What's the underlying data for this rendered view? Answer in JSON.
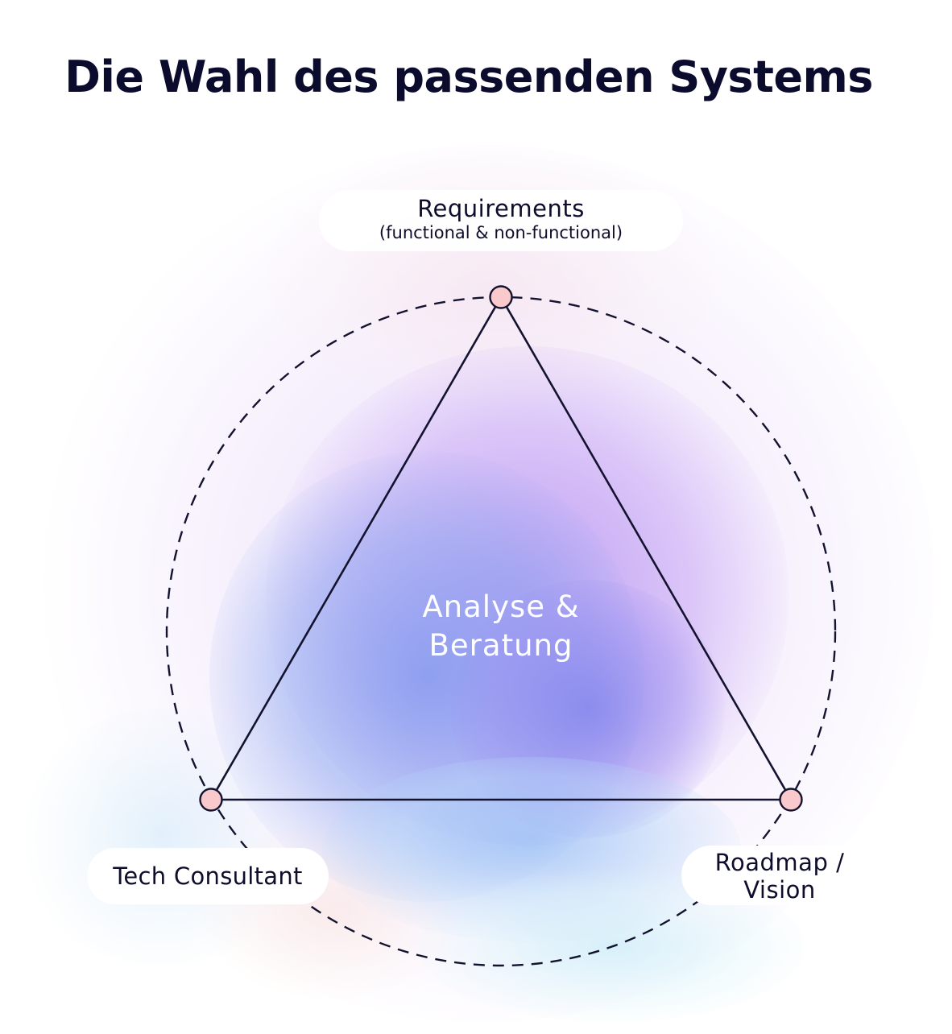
{
  "title": "Die Wahl des passenden Systems",
  "center": {
    "line1": "Analyse &",
    "line2": "Beratung"
  },
  "nodes": {
    "top": {
      "label": "Requirements",
      "sublabel": "(functional & non-functional)"
    },
    "bottom_left": {
      "label": "Tech Consultant"
    },
    "bottom_right": {
      "line1": "Roadmap /",
      "line2": "Vision"
    }
  },
  "colors": {
    "title": "#0b0b2e",
    "lines": "#14132f",
    "node_fill": "#f9c9cc",
    "center_text": "#ffffff"
  }
}
